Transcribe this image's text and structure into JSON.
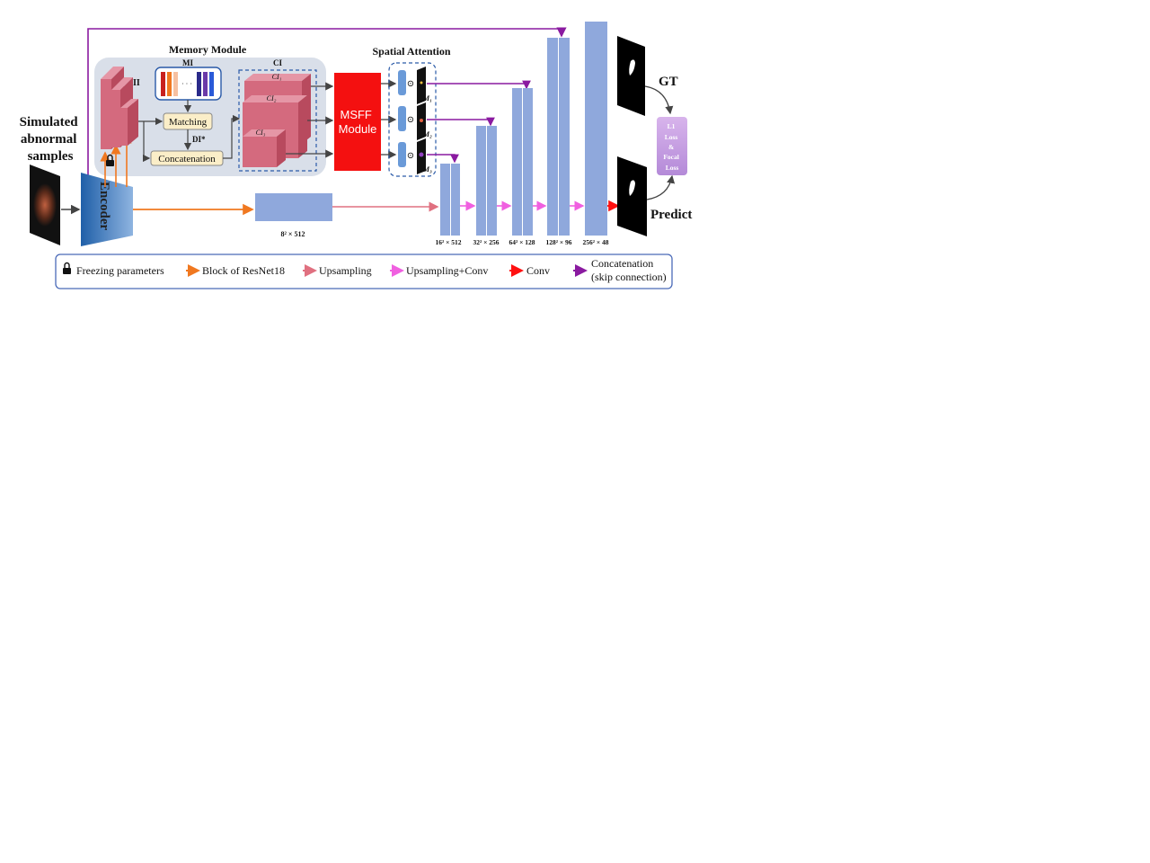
{
  "input_label": [
    "Simulated",
    "abnormal",
    "samples"
  ],
  "encoder_label": "Encoder",
  "memory_module": {
    "title": "Memory Module",
    "ii_label": "II",
    "mi_label": "MI",
    "mi_ellipsis": "· · ·",
    "matching_label": "Matching",
    "di_label": "DI*",
    "concatenation_label": "Concatenation",
    "ci_label": "CI",
    "ci_block_labels": [
      "CI₁",
      "CI₂",
      "CI₃"
    ]
  },
  "msff": {
    "line1": "MSFF",
    "line2": "Module"
  },
  "spatial_attention": {
    "title": "Spatial Attention",
    "op_symbol": "⊙",
    "maps": [
      "M₁",
      "M₂",
      "M₃"
    ]
  },
  "bottleneck_label": "8² × 512",
  "decoder_labels": [
    "16² × 512",
    "32² × 256",
    "64² × 128",
    "128² × 96",
    "256² × 48"
  ],
  "gt_label": "GT",
  "predict_label": "Predict",
  "loss_lines": [
    "L1",
    "Loss",
    "&",
    "Focal",
    "Loss"
  ],
  "legend": {
    "items": [
      {
        "icon": "lock-icon",
        "label": "Freezing parameters"
      },
      {
        "icon": "arrow",
        "color": "#f07820",
        "label": "Block of ResNet18"
      },
      {
        "icon": "arrow",
        "color": "#e07080",
        "label": "Upsampling"
      },
      {
        "icon": "arrow",
        "color": "#f060e0",
        "label": "Upsampling+Conv"
      },
      {
        "icon": "arrow",
        "color": "#ff1010",
        "label": "Conv"
      },
      {
        "icon": "arrow",
        "color": "#8a1aa0",
        "label": "Concatenation"
      }
    ],
    "concat_line2": "(skip connection)"
  },
  "colors": {
    "decoder_blue": "#8fa8dc",
    "msff_red": "#f41010",
    "memory_bg": "#d9dfe9",
    "block_pink": "#d46a7e",
    "orange_arrow": "#f07820",
    "upsample_arrow": "#e07080",
    "upconv_arrow": "#f060e0",
    "conv_arrow": "#ff1010",
    "skip_arrow": "#8a1aa0",
    "loss_purple": "#c9a0e0",
    "box_yellow": "#fbeec8"
  }
}
